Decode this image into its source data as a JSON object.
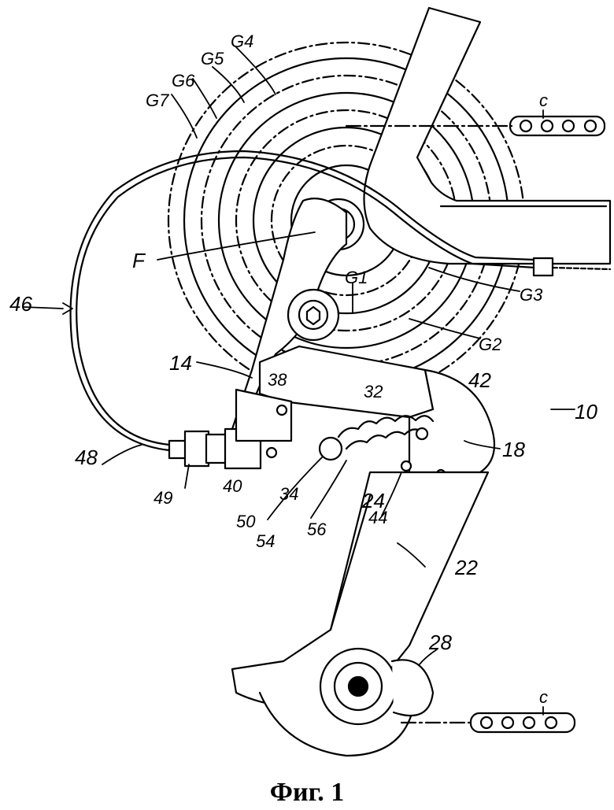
{
  "figure": {
    "caption": "Фиг.  1"
  },
  "labels": {
    "g1": "G1",
    "g2": "G2",
    "g3": "G3",
    "g4": "G4",
    "g5": "G5",
    "g6": "G6",
    "g7": "G7",
    "f": "F",
    "c_top": "c",
    "c_bottom": "c",
    "r10": "10",
    "r14": "14",
    "r18": "18",
    "r22": "22",
    "r24": "24",
    "r28": "28",
    "r32": "32",
    "r34": "34",
    "r38": "38",
    "r40": "40",
    "r42": "42",
    "r44": "44",
    "r46": "46",
    "r48": "48",
    "r49": "49",
    "r50": "50",
    "r54": "54",
    "r56": "56"
  }
}
